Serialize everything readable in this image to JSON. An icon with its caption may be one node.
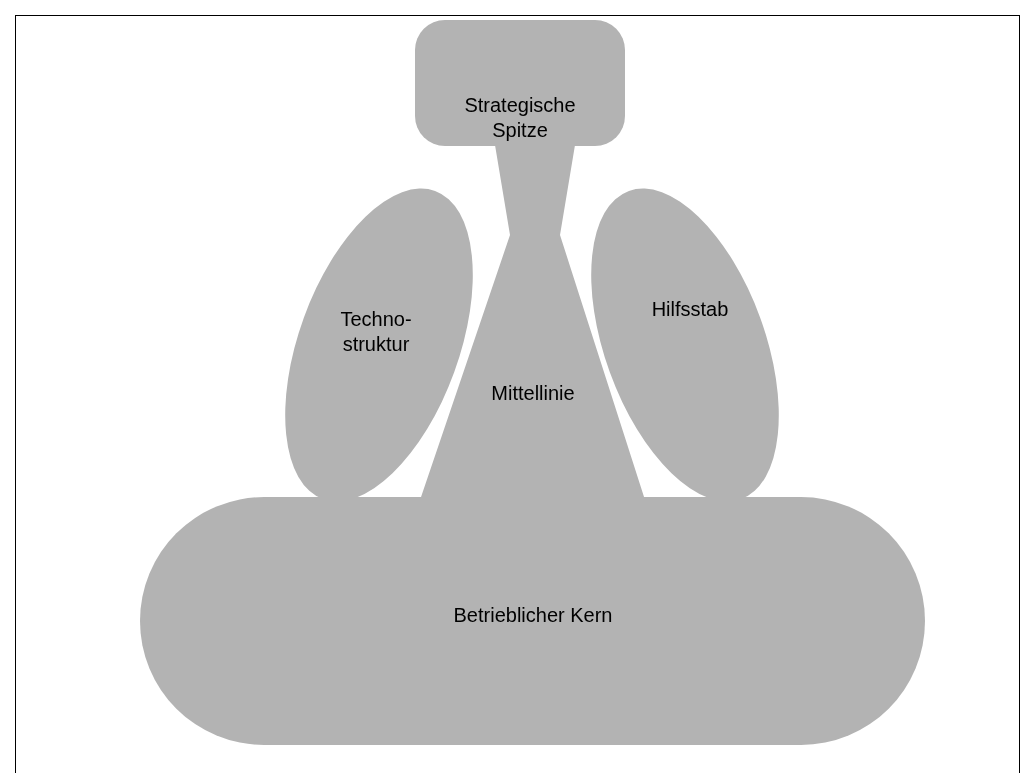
{
  "diagram": {
    "nodes": [
      {
        "text": [
          "Strategische Spitze"
        ]
      },
      {
        "text": [
          "Techno- struktur"
        ]
      },
      {
        "text": [
          "Mittellinie"
        ]
      },
      {
        "text": [
          "Hilfsstab"
        ]
      },
      {
        "text": [
          "Betrieblicher Kern"
        ]
      }
    ]
  }
}
